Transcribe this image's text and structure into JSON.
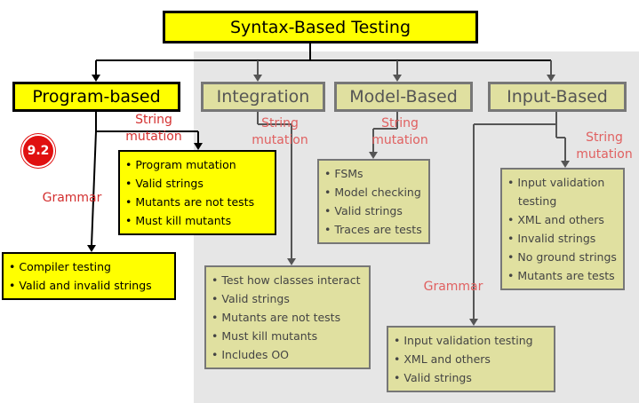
{
  "title": "Syntax-Based Testing",
  "badge": "9.2",
  "categories": {
    "program_based": "Program-based",
    "integration": "Integration",
    "model_based": "Model-Based",
    "input_based": "Input-Based"
  },
  "labels": {
    "program_string_mutation": [
      "String",
      "mutation"
    ],
    "program_grammar": "Grammar",
    "integration_string_mutation": [
      "String",
      "mutation"
    ],
    "model_string_mutation": [
      "String",
      "mutation"
    ],
    "input_string_mutation": [
      "String",
      "mutation"
    ],
    "input_grammar": "Grammar"
  },
  "lists": {
    "program_mutation": [
      "Program mutation",
      "Valid strings",
      "Mutants are not tests",
      "Must kill mutants"
    ],
    "compiler": [
      "Compiler testing",
      "Valid and invalid strings"
    ],
    "integration": [
      "Test how classes interact",
      "Valid strings",
      "Mutants are not tests",
      "Must kill mutants",
      "Includes OO"
    ],
    "model": [
      "FSMs",
      "Model checking",
      "Valid strings",
      "Traces are tests"
    ],
    "input_mutation": [
      "Input validation",
      "testing",
      "XML and others",
      "Invalid strings",
      "No ground strings",
      "Mutants are tests"
    ],
    "input_grammar": [
      "Input validation testing",
      "XML and others",
      "Valid strings"
    ]
  },
  "colors": {
    "active_fill": "#ffff00",
    "dim_fill": "#e0e0a0",
    "red_text": "#d32f2f",
    "badge": "#e01010",
    "gray_overlay": "#e6e6e6"
  }
}
